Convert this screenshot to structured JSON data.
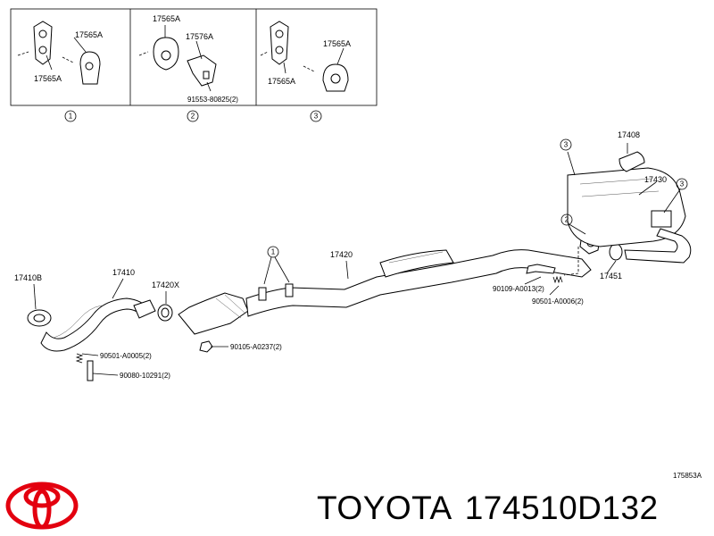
{
  "inset_panels": [
    {
      "number": "1",
      "labels": [
        "17565A",
        "17565A"
      ]
    },
    {
      "number": "2",
      "labels": [
        "17565A",
        "17576A",
        "91553-80825(2)"
      ]
    },
    {
      "number": "3",
      "labels": [
        "17565A",
        "17565A"
      ]
    }
  ],
  "callouts": {
    "c1": "1",
    "c2": "2",
    "c3a": "3",
    "c3b": "3"
  },
  "part_labels": {
    "p17410B": "17410B",
    "p17410": "17410",
    "p17420X": "17420X",
    "p17420": "17420",
    "p17408": "17408",
    "p17430": "17430",
    "p17451": "17451",
    "p90501_5": "90501-A0005(2)",
    "p90080": "90080-10291(2)",
    "p90105": "90105-A0237(2)",
    "p90109": "90109-A0013(2)",
    "p90501_6": "90501-A0006(2)"
  },
  "diagram_code": "175853A",
  "footer": {
    "brand": "TOYOTA",
    "part_number": "174510D132"
  },
  "colors": {
    "logo": "#e3000f",
    "ink": "#000000"
  },
  "icons": {
    "logo": "toyota-logo-icon"
  }
}
